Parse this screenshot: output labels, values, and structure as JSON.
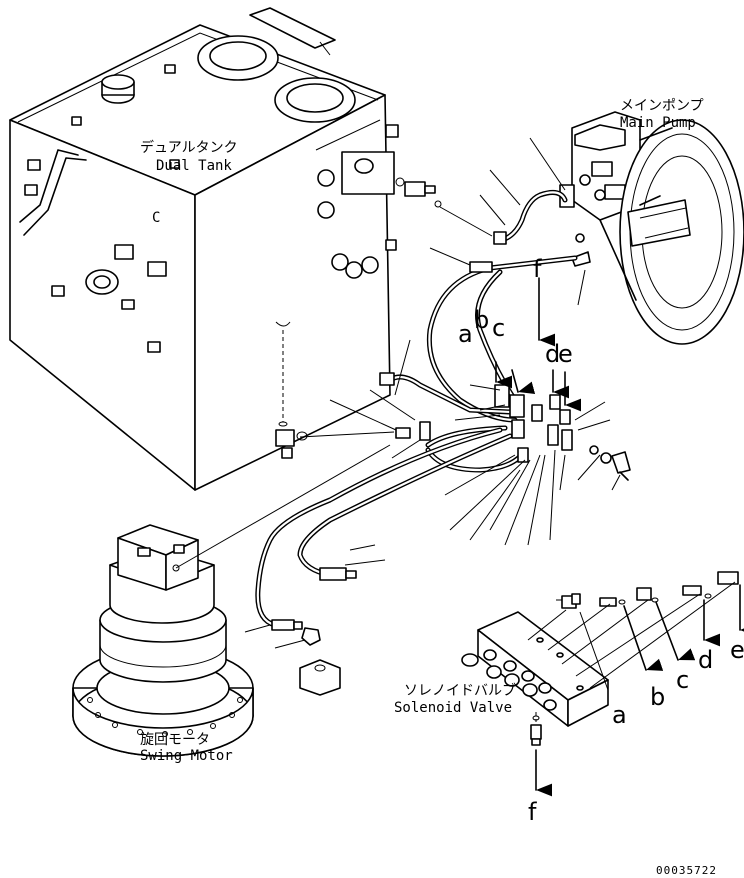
{
  "components": {
    "dual_tank": {
      "jp": "デュアルタンク",
      "en": "Dual Tank"
    },
    "main_pump": {
      "jp": "メインポンプ",
      "en": "Main Pump"
    },
    "solenoid_valve": {
      "jp": "ソレノイドバルブ",
      "en": "Solenoid Valve"
    },
    "swing_motor": {
      "jp": "旋回モータ",
      "en": "Swing Motor"
    }
  },
  "connection_letters": {
    "top": [
      "a",
      "b",
      "c",
      "d",
      "e",
      "f"
    ],
    "right": [
      "a",
      "b",
      "c",
      "d",
      "e"
    ],
    "bottom": [
      "f"
    ]
  },
  "part_number": "00035722",
  "tank_marks": {
    "c_mark": "C"
  }
}
